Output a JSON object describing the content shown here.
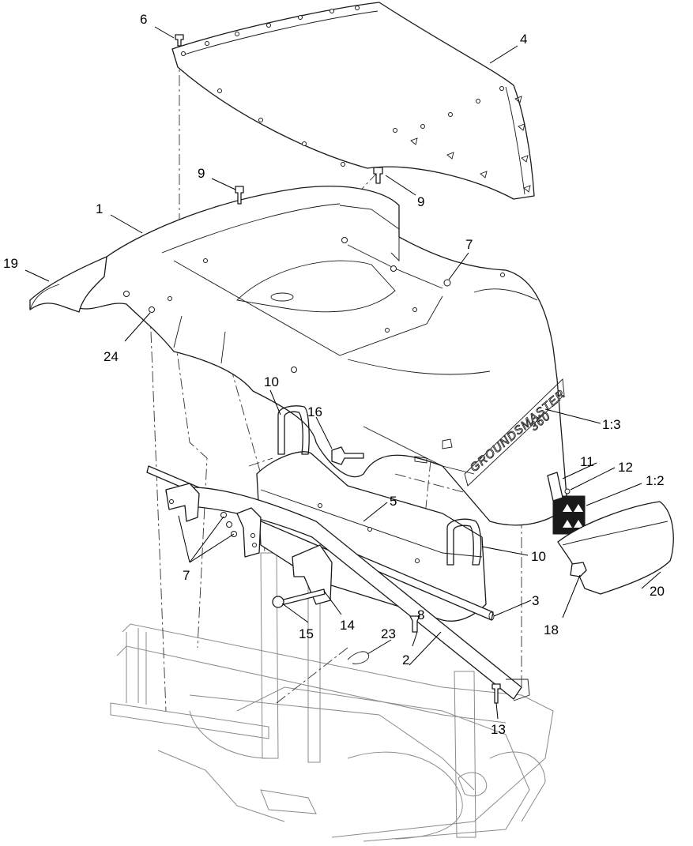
{
  "diagram": {
    "decal_text": "GROUNDSMASTER",
    "decal_model": "360",
    "callouts": [
      {
        "id": "c6",
        "label": "6"
      },
      {
        "id": "c4",
        "label": "4"
      },
      {
        "id": "c9a",
        "label": "9"
      },
      {
        "id": "c9b",
        "label": "9"
      },
      {
        "id": "c1",
        "label": "1"
      },
      {
        "id": "c19",
        "label": "19"
      },
      {
        "id": "c7a",
        "label": "7"
      },
      {
        "id": "c24",
        "label": "24"
      },
      {
        "id": "c10a",
        "label": "10"
      },
      {
        "id": "c16",
        "label": "16"
      },
      {
        "id": "c1_3",
        "label": "1:3"
      },
      {
        "id": "c11",
        "label": "11"
      },
      {
        "id": "c12",
        "label": "12"
      },
      {
        "id": "c1_2",
        "label": "1:2"
      },
      {
        "id": "c5",
        "label": "5"
      },
      {
        "id": "c10b",
        "label": "10"
      },
      {
        "id": "c7b",
        "label": "7"
      },
      {
        "id": "c20",
        "label": "20"
      },
      {
        "id": "c3",
        "label": "3"
      },
      {
        "id": "c8",
        "label": "8"
      },
      {
        "id": "c14",
        "label": "14"
      },
      {
        "id": "c15",
        "label": "15"
      },
      {
        "id": "c18",
        "label": "18"
      },
      {
        "id": "c23",
        "label": "23"
      },
      {
        "id": "c2",
        "label": "2"
      },
      {
        "id": "c13",
        "label": "13"
      }
    ]
  }
}
